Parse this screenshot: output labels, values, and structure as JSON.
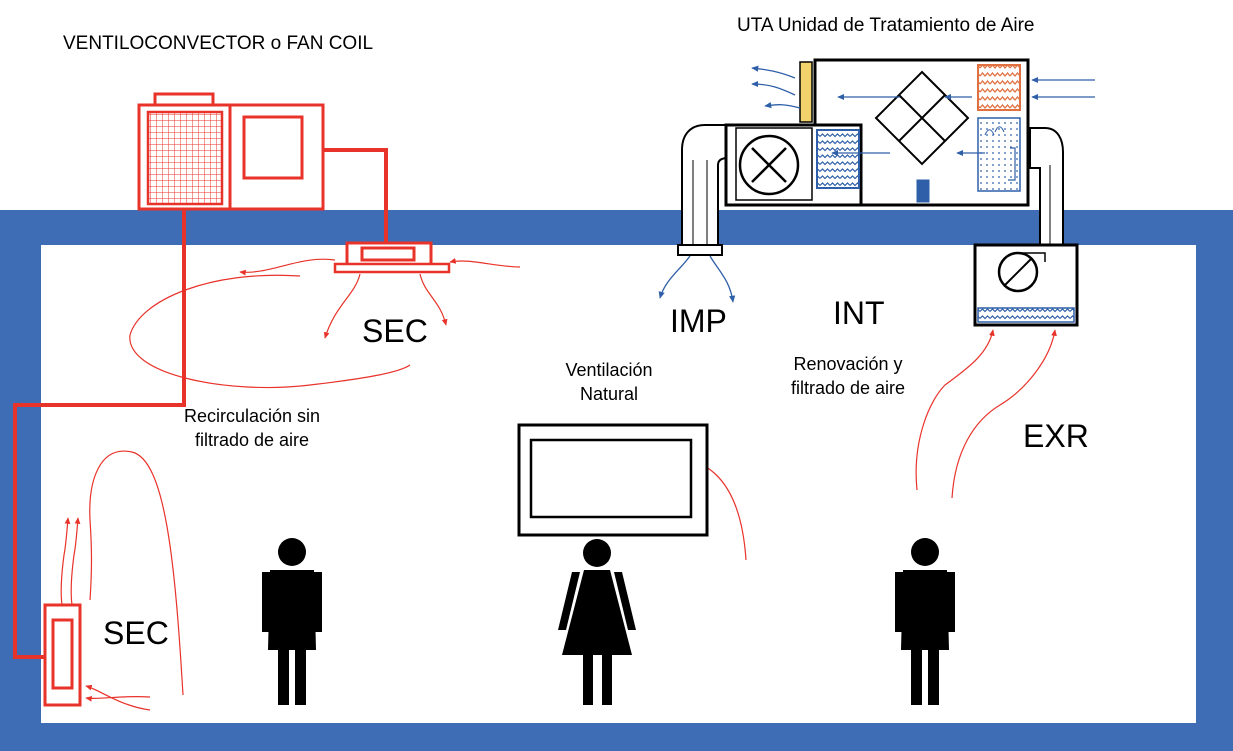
{
  "titles": {
    "fan_coil": "VENTILOCONVECTOR o FAN COIL",
    "uta": "UTA Unidad de Tratamiento de Aire"
  },
  "zones": {
    "sec_ceiling": "SEC",
    "sec_floor": "SEC",
    "imp": "IMP",
    "int": "INT",
    "exr": "EXR"
  },
  "notes": {
    "recirculation": "Recirculación sin filtrado de aire",
    "natural": "Ventilación Natural",
    "renovation": "Renovación y filtrado de aire"
  },
  "colors": {
    "room_frame": "#3E6DB5",
    "fan_coil": "#E8332A",
    "airflow_recirculation": "#E8332A",
    "airflow_supply": "#2E5FA8",
    "people": "#000000",
    "heating_coil": "#E07040",
    "filter": "#F2D36B",
    "cooling_coil": "#5B7FC0"
  }
}
